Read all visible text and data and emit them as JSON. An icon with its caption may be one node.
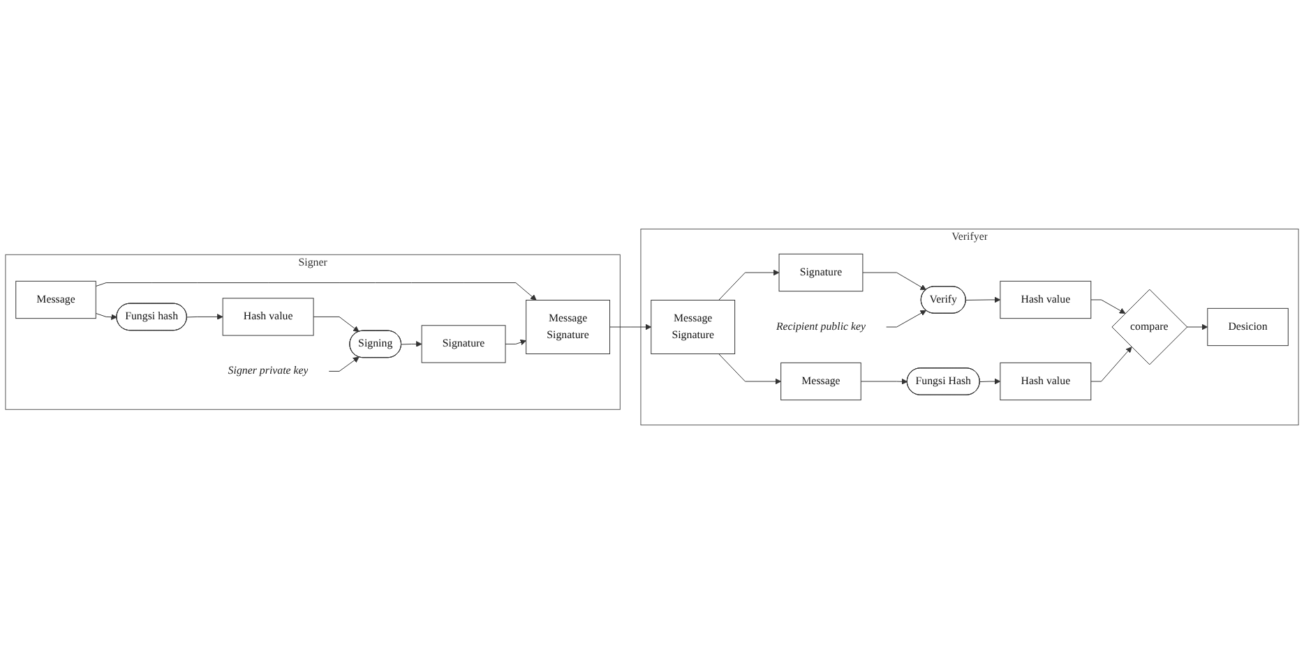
{
  "diagram": {
    "nodes": [
      {
        "text": [
          "Signer"
        ]
      },
      {
        "text": [
          "Message"
        ],
        "in": 0
      },
      {
        "text": [
          "Message",
          "Signature"
        ],
        "in": 0
      },
      {
        "text": [
          "Fungsi hash"
        ],
        "in": 0
      },
      {
        "text": [
          "Hash value"
        ],
        "in": 0
      },
      {
        "text": [
          "Signer private key"
        ],
        "in": 0
      },
      {
        "text": [
          "Signing"
        ],
        "in": 0
      },
      {
        "text": [
          "Signature"
        ],
        "in": 0
      },
      {
        "text": [
          "Verifyer"
        ]
      },
      {
        "text": [
          "Message",
          "Signature"
        ],
        "in": 8
      },
      {
        "text": [
          "Message"
        ],
        "in": 8
      },
      {
        "text": [
          "Signature"
        ],
        "in": 8
      },
      {
        "text": [
          "Fungsi Hash"
        ],
        "in": 8
      },
      {
        "text": [
          "Verify"
        ],
        "in": 8
      },
      {
        "text": [
          "Recipient public key"
        ],
        "in": 8
      },
      {
        "text": [
          "Hash value"
        ],
        "in": 8
      },
      {
        "text": [
          "Hash value"
        ],
        "in": 8
      },
      {
        "text": [
          "compare"
        ],
        "in": 8
      },
      {
        "text": [
          "Desicion"
        ],
        "in": 8
      }
    ],
    "edges": [
      {
        "from": 1,
        "to": 2,
        "arrow": "to"
      },
      {
        "from": 1,
        "to": 3,
        "arrow": "to"
      },
      {
        "from": 3,
        "to": 4,
        "arrow": "to"
      },
      {
        "from": 4,
        "to": 6,
        "arrow": "to"
      },
      {
        "from": 5,
        "to": 6,
        "arrow": "to"
      },
      {
        "from": 6,
        "to": 7,
        "arrow": "to"
      },
      {
        "from": 7,
        "to": 2,
        "arrow": "to"
      },
      {
        "from": 2,
        "to": 9,
        "arrow": "to"
      },
      {
        "from": 9,
        "to": 10,
        "arrow": "to"
      },
      {
        "from": 9,
        "to": 11,
        "arrow": "to"
      },
      {
        "from": 10,
        "to": 12,
        "arrow": "to"
      },
      {
        "from": 11,
        "to": 13,
        "arrow": "to"
      },
      {
        "from": 14,
        "to": 13,
        "arrow": "to"
      },
      {
        "from": 12,
        "to": 15,
        "arrow": "to"
      },
      {
        "from": 13,
        "to": 16,
        "arrow": "to"
      },
      {
        "from": 16,
        "to": 17,
        "arrow": "to"
      },
      {
        "from": 15,
        "to": 17,
        "arrow": "to"
      },
      {
        "from": 17,
        "to": 18,
        "arrow": "to"
      }
    ]
  }
}
